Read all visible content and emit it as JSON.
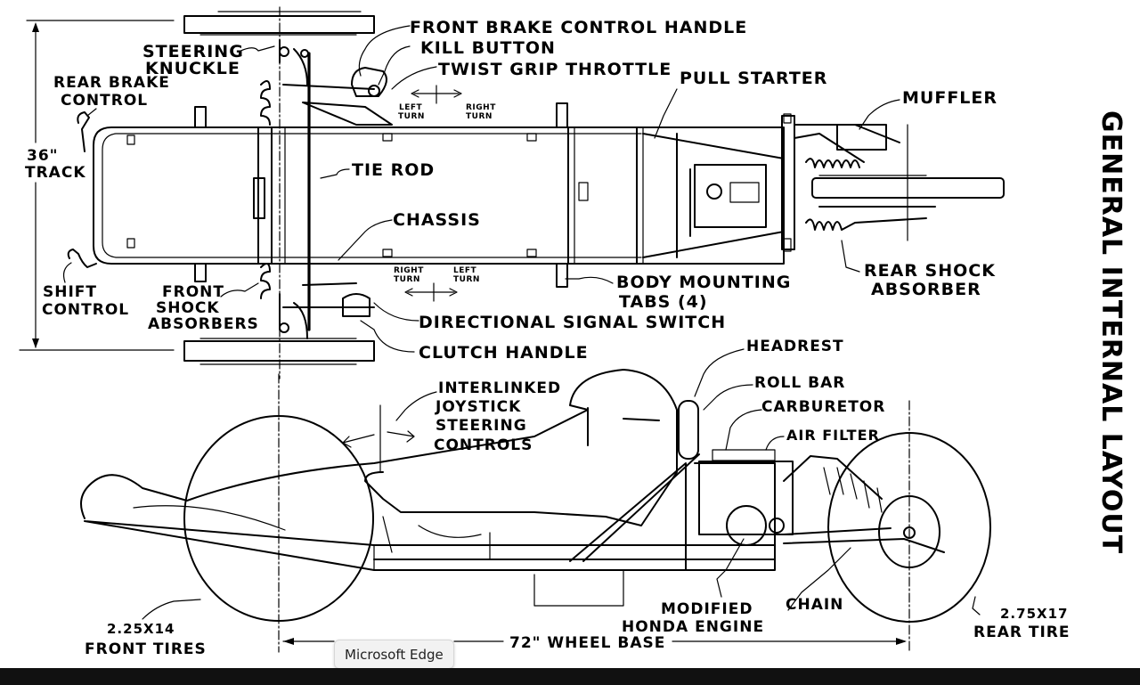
{
  "diagram": {
    "title": "GENERAL INTERNAL LAYOUT",
    "top_view": {
      "labels": {
        "front_brake_control_handle": "FRONT BRAKE CONTROL HANDLE",
        "kill_button": "KILL BUTTON",
        "twist_grip_throttle": "TWIST GRIP THROTTLE",
        "steering_knuckle_1": "STEERING",
        "steering_knuckle_2": "KNUCKLE",
        "rear_brake_control_1": "REAR BRAKE",
        "rear_brake_control_2": "CONTROL",
        "track_1": "36\"",
        "track_2": "TRACK",
        "tie_rod": "TIE ROD",
        "chassis": "CHASSIS",
        "shift_control_1": "SHIFT",
        "shift_control_2": "CONTROL",
        "front_shock_1": "FRONT",
        "front_shock_2": "SHOCK",
        "front_shock_3": "ABSORBERS",
        "pull_starter": "PULL STARTER",
        "muffler": "MUFFLER",
        "rear_shock_1": "REAR SHOCK",
        "rear_shock_2": "ABSORBER",
        "body_tabs_1": "BODY  MOUNTING",
        "body_tabs_2": "TABS  (4)",
        "directional_signal_switch": "DIRECTIONAL SIGNAL SWITCH",
        "clutch_handle": "CLUTCH HANDLE",
        "top_left_1": "LEFT",
        "top_left_2": "TURN",
        "top_right_1": "RIGHT",
        "top_right_2": "TURN",
        "bottom_right_1": "RIGHT",
        "bottom_right_2": "TURN",
        "bottom_left_1": "LEFT",
        "bottom_left_2": "TURN"
      }
    },
    "side_view": {
      "labels": {
        "headrest": "HEADREST",
        "roll_bar": "ROLL BAR",
        "carburetor": "CARBURETOR",
        "air_filter": "AIR FILTER",
        "joystick_1": "INTERLINKED",
        "joystick_2": "JOYSTICK",
        "joystick_3": "STEERING",
        "joystick_4": "CONTROLS",
        "engine_1": "MODIFIED",
        "engine_2": "HONDA ENGINE",
        "chain": "CHAIN",
        "front_tires_1": "2.25X14",
        "front_tires_2": "FRONT TIRES",
        "rear_tire_1": "2.75X17",
        "rear_tire_2": "REAR TIRE",
        "wheelbase": "72\" WHEEL BASE"
      }
    }
  },
  "tooltip": {
    "text": "Microsoft Edge"
  }
}
